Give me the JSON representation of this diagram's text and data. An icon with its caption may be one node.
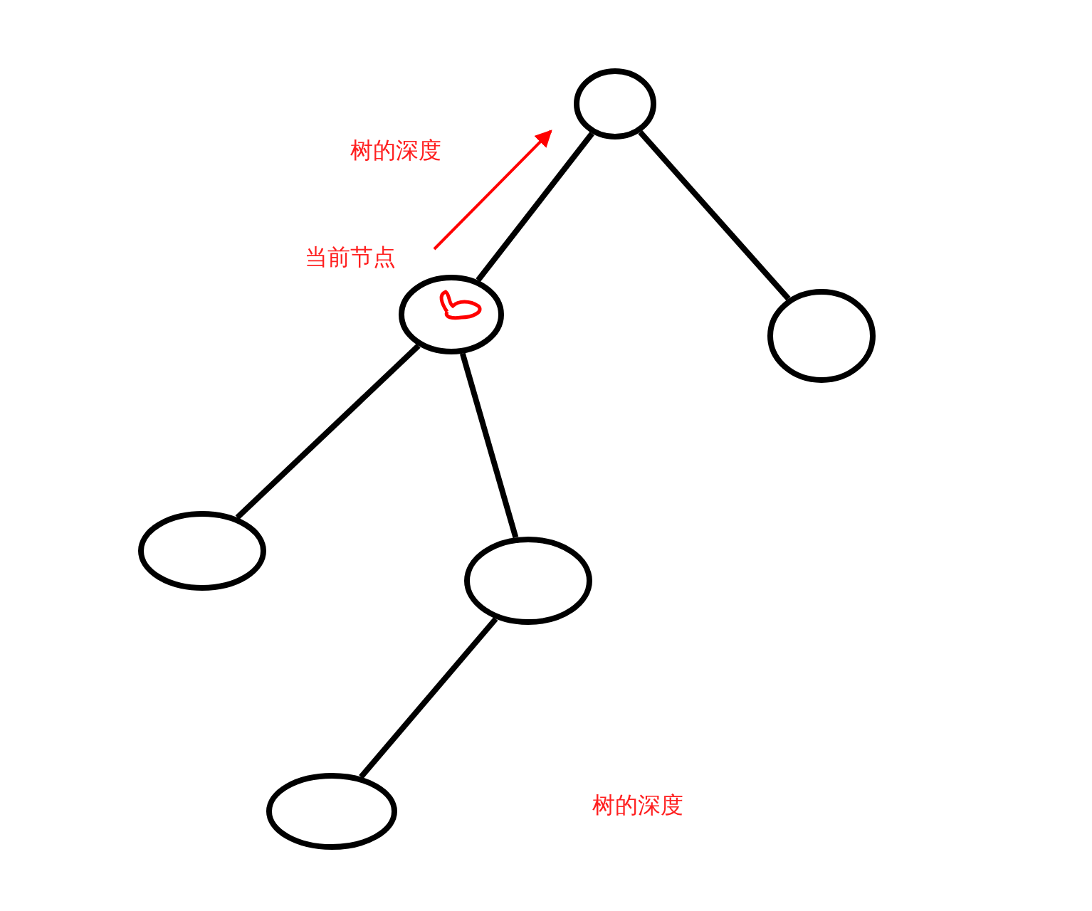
{
  "diagram": {
    "nodes": [
      {
        "text": [],
        "shape": "ellipse"
      },
      {
        "text": [],
        "shape": "ellipse",
        "beside": [
          "当前节点"
        ]
      },
      {
        "text": [],
        "shape": "ellipse"
      },
      {
        "text": [],
        "shape": "ellipse"
      },
      {
        "text": [],
        "shape": "ellipse"
      },
      {
        "text": [],
        "shape": "ellipse"
      }
    ],
    "edges": [
      {
        "from": 0,
        "to": 1,
        "arrow": "none"
      },
      {
        "from": 0,
        "to": 2,
        "arrow": "none"
      },
      {
        "from": 1,
        "to": 3,
        "arrow": "none"
      },
      {
        "from": 1,
        "to": 4,
        "arrow": "none"
      },
      {
        "from": 4,
        "to": 5,
        "arrow": "none"
      }
    ],
    "labels": [
      "树的深度",
      "树的深度"
    ]
  }
}
